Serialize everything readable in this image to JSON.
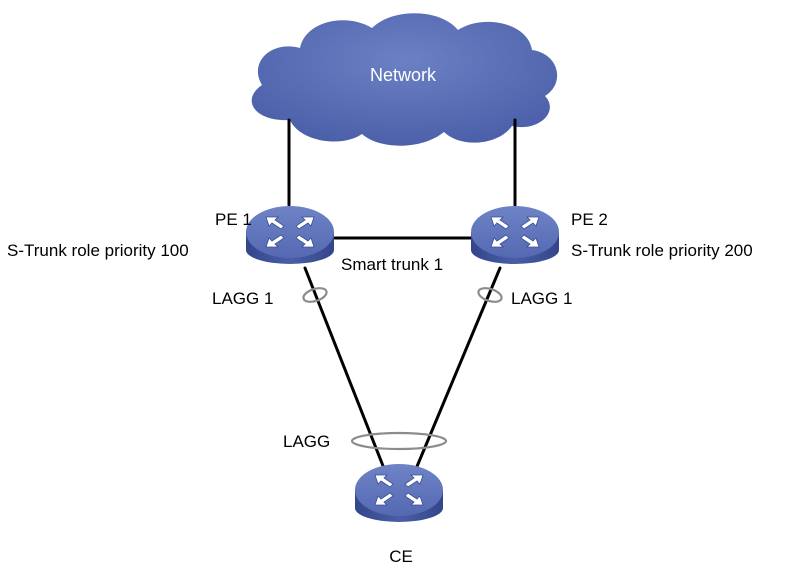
{
  "network": {
    "label": "Network"
  },
  "pe1": {
    "name": "PE 1",
    "role": "S-Trunk role priority 100",
    "lagg": "LAGG 1"
  },
  "pe2": {
    "name": "PE 2",
    "role": "S-Trunk role priority 200",
    "lagg": "LAGG 1"
  },
  "smart_trunk": {
    "label": "Smart trunk 1"
  },
  "ce": {
    "name": "CE",
    "lagg": "LAGG"
  },
  "colors": {
    "device_top": "#5a6fb6",
    "device_side": "#3b4f96",
    "cloud": "#4f64ad",
    "link": "#000000",
    "lagg_ring": "#8c8c8c",
    "arrow": "#ffffff"
  }
}
